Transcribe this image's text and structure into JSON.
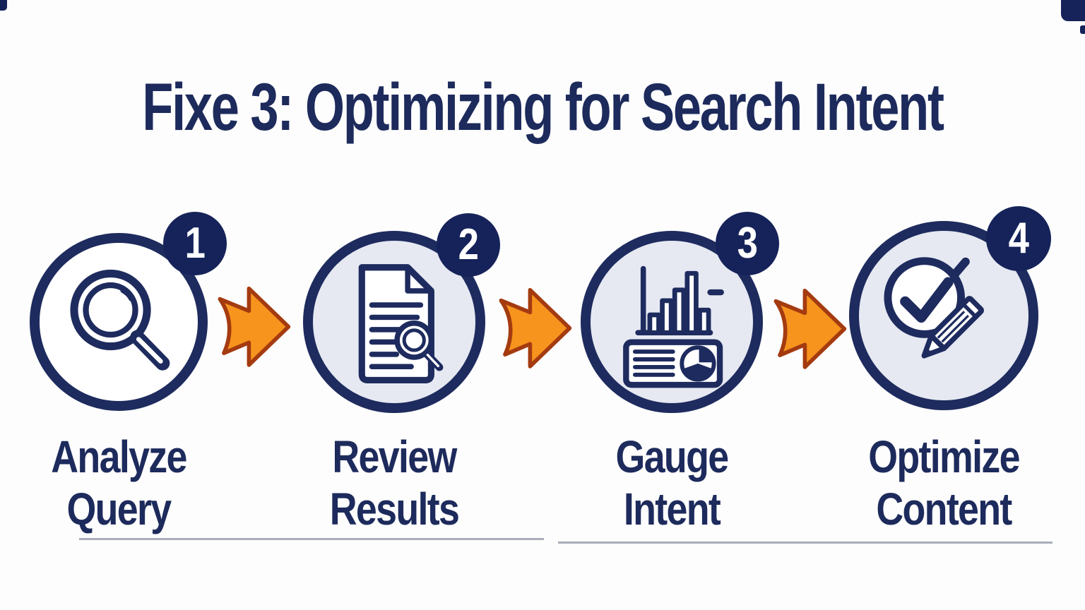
{
  "title": "Fixe 3: Optimizing for Search Intent",
  "steps": [
    {
      "number": "1",
      "label_line1": "Analyze",
      "label_line2": "Query",
      "icon": "magnifier-icon"
    },
    {
      "number": "2",
      "label_line1": "Review",
      "label_line2": "Results",
      "icon": "document-search-icon"
    },
    {
      "number": "3",
      "label_line1": "Gauge",
      "label_line2": "Intent",
      "icon": "analytics-dashboard-icon"
    },
    {
      "number": "4",
      "label_line1": "Optimize",
      "label_line2": "Content",
      "icon": "check-pencil-icon"
    }
  ],
  "colors": {
    "navy": "#1e2b5e",
    "badge_navy": "#16235a",
    "title_text": "#1d2a5c",
    "circle_fill_light": "#e6e9f2",
    "circle_fill_white": "#ffffff",
    "arrow_fill": "#f7941e",
    "arrow_stroke": "#a43b10",
    "underline_gray": "#a9aeb9",
    "background": "#fdfdfd"
  }
}
